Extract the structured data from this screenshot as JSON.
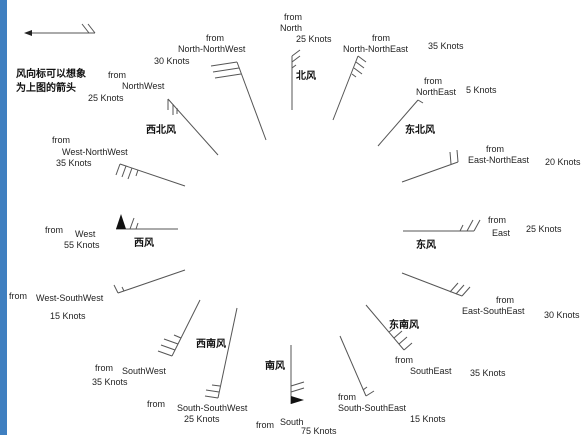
{
  "note": {
    "line1": "风向标可以想象",
    "line2": "为上图的箭头"
  },
  "direction_names": {
    "n": "北风",
    "ne": "东北风",
    "e": "东风",
    "se": "东南风",
    "s": "南风",
    "sw": "西南风",
    "w": "西风",
    "nw": "西北风"
  },
  "stations": {
    "n": {
      "from": "from",
      "dir": "North",
      "speed": "25 Knots"
    },
    "nne": {
      "from": "from",
      "dir": "North-NorthEast",
      "speed": "35 Knots"
    },
    "ne": {
      "from": "from",
      "dir": "NorthEast",
      "speed": "5 Knots"
    },
    "ene": {
      "from": "from",
      "dir": "East-NorthEast",
      "speed": "20 Knots"
    },
    "e": {
      "from": "from",
      "dir": "East",
      "speed": "25 Knots"
    },
    "ese": {
      "from": "from",
      "dir": "East-SouthEast",
      "speed": "30 Knots"
    },
    "se": {
      "from": "from",
      "dir": "SouthEast",
      "speed": "35 Knots"
    },
    "sse": {
      "from": "from",
      "dir": "South-SouthEast",
      "speed": "15 Knots"
    },
    "s": {
      "from": "from",
      "dir": "South",
      "speed": "75 Knots"
    },
    "ssw": {
      "from": "from",
      "dir": "South-SouthWest",
      "speed": "25 Knots"
    },
    "sw": {
      "from": "from",
      "dir": "SouthWest",
      "speed": "35 Knots"
    },
    "wsw": {
      "from": "from",
      "dir": "West-SouthWest",
      "speed": "15 Knots"
    },
    "w": {
      "from": "from",
      "dir": "West",
      "speed": "55 Knots"
    },
    "wnw": {
      "from": "from",
      "dir": "West-NorthWest",
      "speed": "35 Knots"
    },
    "nw": {
      "from": "from",
      "dir": "NorthWest",
      "speed": "25 Knots"
    },
    "nnw": {
      "from": "from",
      "dir": "North-NorthWest",
      "speed": "30 Knots"
    }
  }
}
